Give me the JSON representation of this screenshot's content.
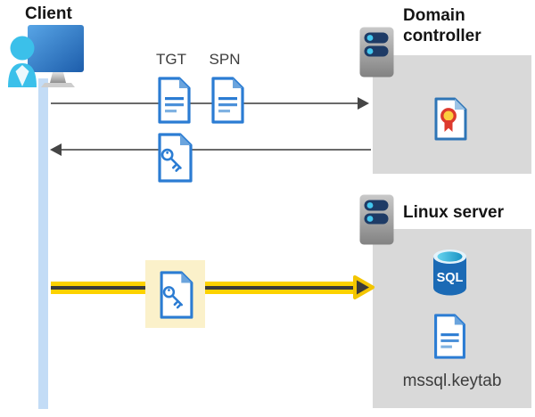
{
  "client": {
    "label": "Client"
  },
  "tickets": {
    "tgt_label": "TGT",
    "spn_label": "SPN"
  },
  "domain_controller": {
    "label": "Domain controller"
  },
  "linux_server": {
    "label": "Linux server",
    "sql_label": "SQL",
    "keytab_label": "mssql.keytab"
  },
  "icons": {
    "client": "computer-user-icon",
    "server": "server-icon",
    "ticket": "document-icon",
    "key_ticket": "key-document-icon",
    "certificate": "certificate-icon",
    "database": "sql-database-icon"
  },
  "colors": {
    "doc_blue": "#2b7cd3",
    "doc_fold_blue": "#6ba4dd",
    "person_cyan": "#3bc0ea",
    "server_slot_navy": "#1e3b66",
    "server_dot_cyan": "#43c7ef",
    "box_gray": "#d9d9d9",
    "arrow_gray": "#6a6a6a",
    "arrowhead_gray": "#454545",
    "highlight_yellow": "#fdd200",
    "highlight_bg": "#fbf1ca",
    "cert_red": "#dd3a2d",
    "cert_gold": "#fccf3e",
    "sql_blue": "#1b6ab5",
    "client_line_blue": "#c3dcf6"
  }
}
